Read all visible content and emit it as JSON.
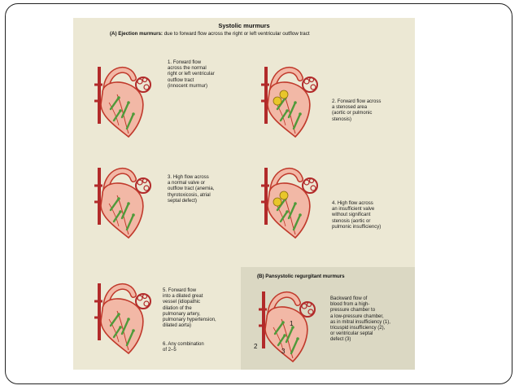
{
  "figure": {
    "title": "Systolic murmurs",
    "section_a": {
      "label": "(A) Ejection murmurs:",
      "text": "due to forward flow across the right or left ventricular outflow tract"
    },
    "items": [
      {
        "number": "1.",
        "lines": [
          "Forward flow",
          "across the normal",
          "right or left ventricular",
          "outflow tract",
          "(innocent murmur)"
        ]
      },
      {
        "number": "2.",
        "lines": [
          "Forward flow across",
          "a stenosed area",
          "(aortic or pulmonic",
          "stenosis)"
        ]
      },
      {
        "number": "3.",
        "lines": [
          "High flow across",
          "a normal valve or",
          "outflow tract (anemia,",
          "thyrotoxicosis, atrial",
          "septal defect)"
        ]
      },
      {
        "number": "4.",
        "lines": [
          "High flow across",
          "an insufficient valve",
          "without significant",
          "stenosis (aortic or",
          "pulmonic insufficiency)"
        ]
      },
      {
        "number": "5.",
        "lines": [
          "Forward flow",
          "into a dilated great",
          "vessel (idiopathic",
          "dilation of the",
          "pulmonary artery,",
          "pulmonary hypertension,",
          "dilated aorta)"
        ]
      }
    ],
    "item_6": {
      "number": "6.",
      "lines": [
        "Any combination",
        "of 2–5"
      ]
    },
    "section_b": {
      "label": "(B) Pansystolic regurgitant murmurs",
      "lines": [
        "Backward flow of",
        "blood from a high-",
        "pressure chamber to",
        "a low-pressure chamber,",
        "as in mitral insufficiency (1),",
        "tricuspid insufficiency (2),",
        "or ventricular septal",
        "defect (3)"
      ],
      "markers": [
        "1",
        "2",
        "3"
      ]
    },
    "colors": {
      "heart_fill": "#f2b8a6",
      "heart_stroke": "#c0392b",
      "vessel_red": "#b22a2a",
      "flow_arrow": "#4f9a3a",
      "stenosis_marker": "#e8c62a",
      "panel_bg": "#ece8d4",
      "panel_b_bg": "#dbd8c3"
    }
  }
}
